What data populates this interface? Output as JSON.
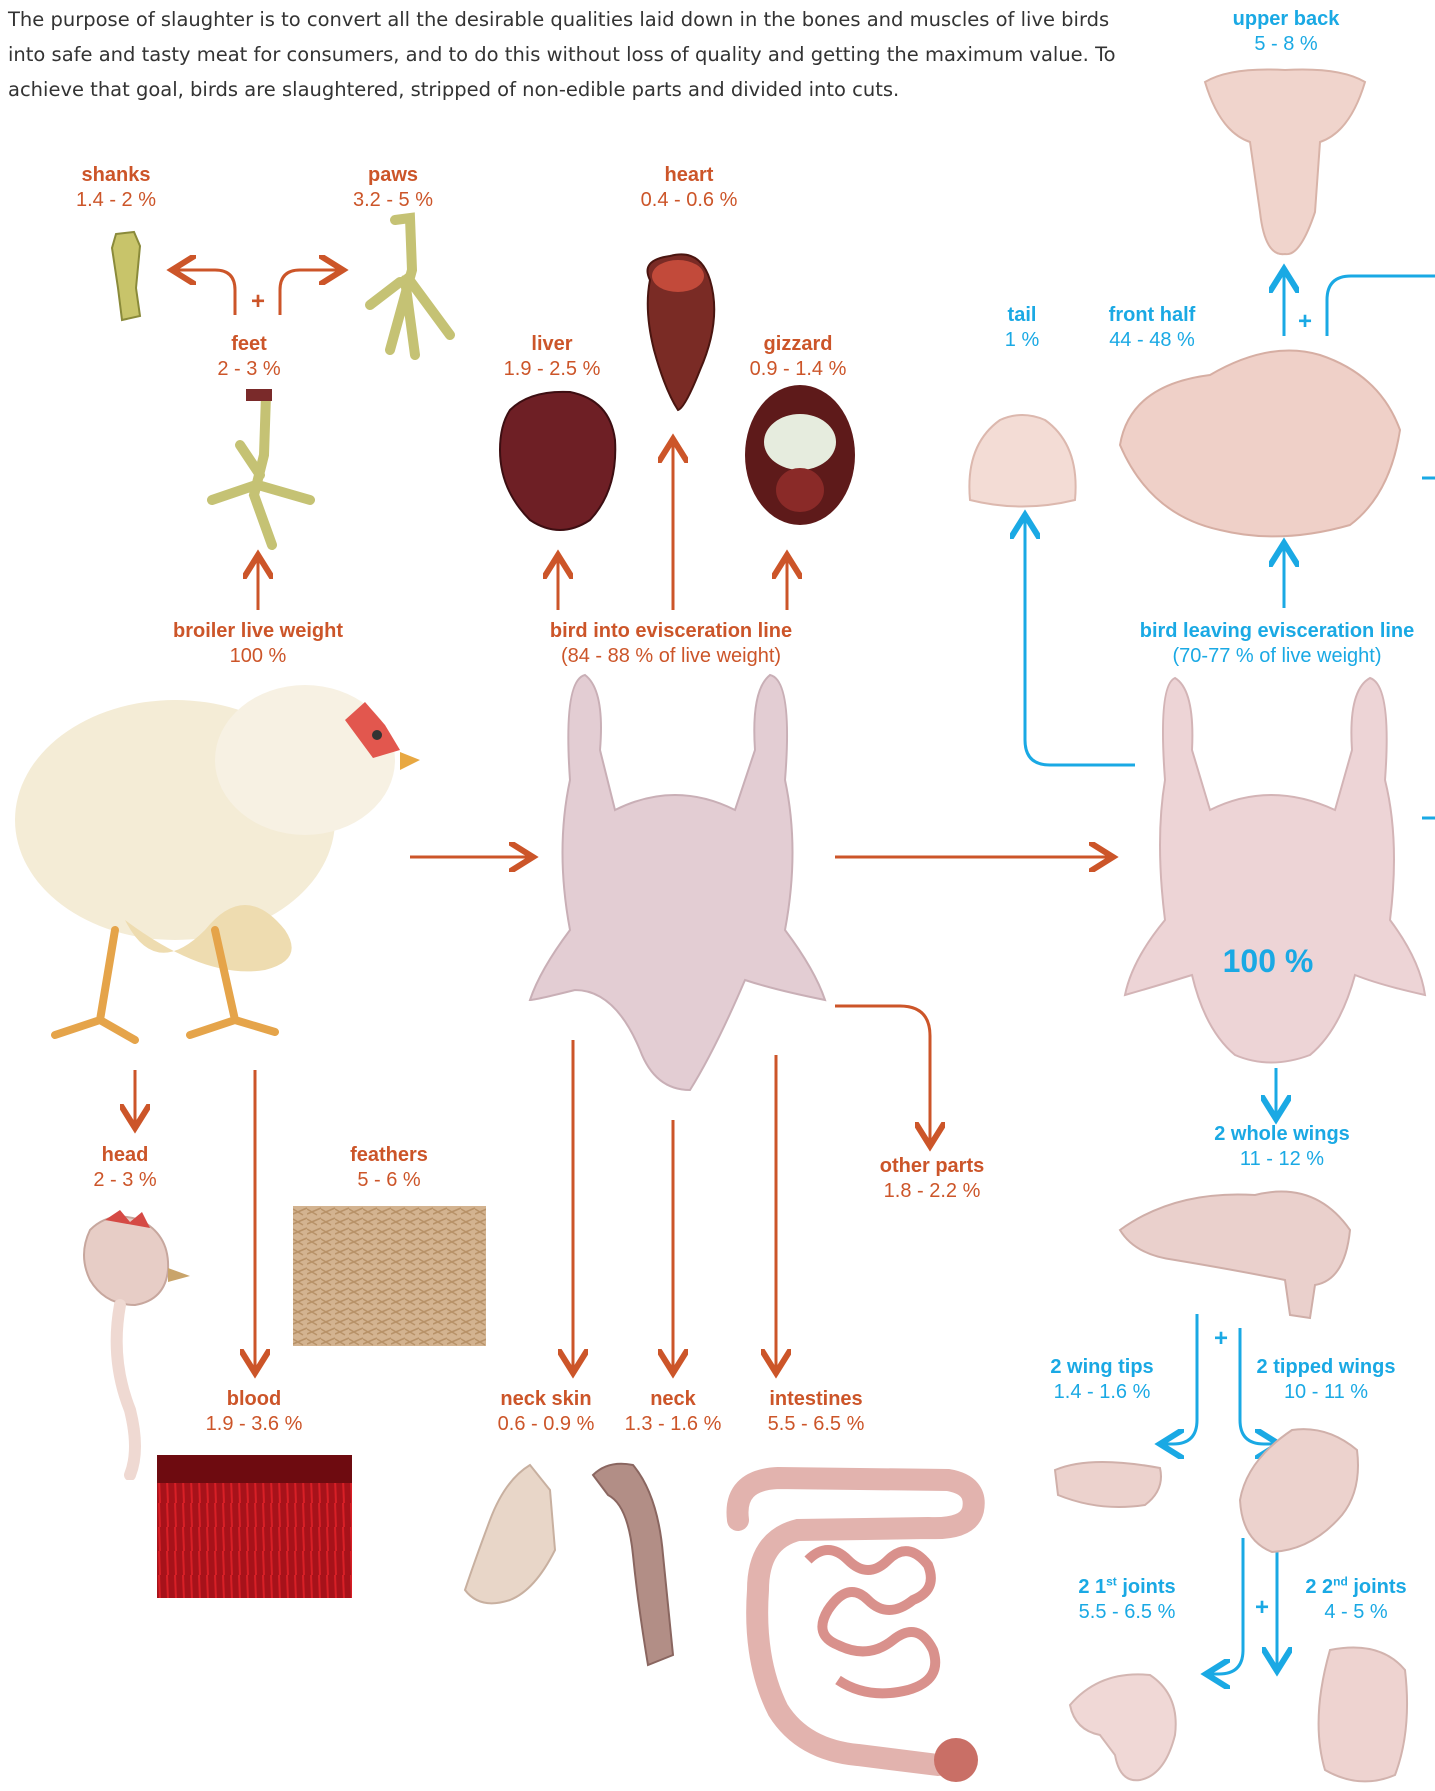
{
  "intro": "The purpose of slaughter is to convert all the desirable qualities laid down in the bones and muscles of live birds into safe and tasty meat for consumers, and to do this without loss of quality and getting the maximum value. To achieve that goal, birds are slaughtered, stripped of non-edible parts and divided into cuts.",
  "colors": {
    "offal": "#cc5529",
    "carcass": "#1aa9e4"
  },
  "labels": {
    "shanks": {
      "name": "shanks",
      "value": "1.4 - 2 %"
    },
    "paws": {
      "name": "paws",
      "value": "3.2 - 5 %"
    },
    "feet": {
      "name": "feet",
      "value": "2 - 3 %"
    },
    "heart": {
      "name": "heart",
      "value": "0.4 - 0.6 %"
    },
    "liver": {
      "name": "liver",
      "value": "1.9 - 2.5 %"
    },
    "gizzard": {
      "name": "gizzard",
      "value": "0.9 - 1.4 %"
    },
    "live": {
      "name": "broiler live weight",
      "value": "100 %"
    },
    "evisc_in": {
      "name": "bird into evisceration line",
      "value": "(84 - 88 % of live weight)"
    },
    "head": {
      "name": "head",
      "value": "2 - 3 %"
    },
    "feathers": {
      "name": "feathers",
      "value": "5 - 6 %"
    },
    "blood": {
      "name": "blood",
      "value": "1.9 - 3.6 %"
    },
    "neck_skin": {
      "name": "neck skin",
      "value": "0.6 - 0.9 %"
    },
    "neck": {
      "name": "neck",
      "value": "1.3 - 1.6 %"
    },
    "intestines": {
      "name": "intestines",
      "value": "5.5 - 6.5 %"
    },
    "other_parts": {
      "name": "other parts",
      "value": "1.8 - 2.2 %"
    },
    "upper_back": {
      "name": "upper back",
      "value": "5 - 8 %"
    },
    "tail": {
      "name": "tail",
      "value": "1 %"
    },
    "front_half": {
      "name": "front half",
      "value": "44 - 48 %"
    },
    "evisc_out": {
      "name": "bird leaving evisceration line",
      "value": "(70-77 % of live weight)"
    },
    "carcass_pct": "100 %",
    "whole_wings": {
      "name": "2 whole wings",
      "value": "11 - 12 %"
    },
    "wing_tips": {
      "name": "2 wing tips",
      "value": "1.4 - 1.6 %"
    },
    "tipped_wings": {
      "name": "2 tipped wings",
      "value": "10 - 11 %"
    },
    "first_joints": {
      "prefix": "2 1",
      "sup": "st",
      "suffix": " joints",
      "value": "5.5 - 6.5 %"
    },
    "second_joints": {
      "prefix": "2 2",
      "sup": "nd",
      "suffix": " joints",
      "value": "4 - 5 %"
    }
  },
  "plus": "+"
}
